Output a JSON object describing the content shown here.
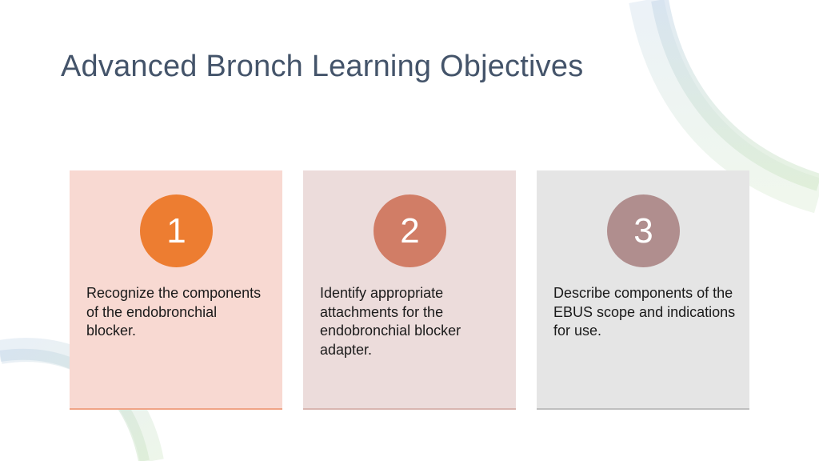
{
  "slide": {
    "title": "Advanced Bronch Learning Objectives",
    "colors": {
      "title": "#44546a",
      "background": "#ffffff",
      "arc_blue": "#c9dbea",
      "arc_green": "#d6e8cf"
    }
  },
  "objectives": [
    {
      "number": "1",
      "text": "Recognize the components of the endobronchial blocker.",
      "card_color": "#f8d9d2",
      "circle_color": "#ed7d31",
      "bottom_border_color": "#f0a486"
    },
    {
      "number": "2",
      "text": "Identify appropriate attachments for the endobronchial blocker adapter.",
      "card_color": "#ecdcdb",
      "circle_color": "#d17d66",
      "bottom_border_color": "#d9b6b0"
    },
    {
      "number": "3",
      "text": "Describe components of the EBUS scope and indications for use.",
      "card_color": "#e5e5e5",
      "circle_color": "#b08e8e",
      "bottom_border_color": "#bfbfbf"
    }
  ]
}
